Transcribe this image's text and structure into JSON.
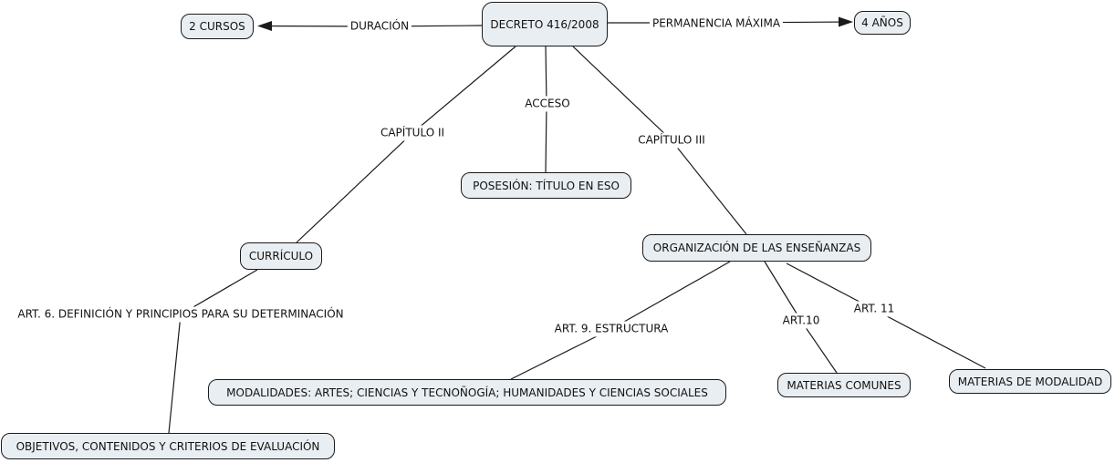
{
  "map": {
    "background": "#ffffff",
    "colors": {
      "node_fill": "#e9eef2",
      "node_border": "#1a1a1a",
      "line": "#1a1a1a",
      "text": "#111111"
    },
    "nodes": [
      {
        "id": "decreto",
        "label": "DECRETO 416/2008"
      },
      {
        "id": "dos-cursos",
        "label": "2 CURSOS"
      },
      {
        "id": "cuatro-anos",
        "label": "4 AÑOS"
      },
      {
        "id": "posesion",
        "label": "POSESIÓN: TÍTULO EN ESO"
      },
      {
        "id": "curriculo",
        "label": "CURRÍCULO"
      },
      {
        "id": "organizacion",
        "label": "ORGANIZACIÓN DE LAS ENSEÑANZAS"
      },
      {
        "id": "modalidades",
        "label": "MODALIDADES: ARTES; CIENCIAS Y TECNOÑOGÍA; HUMANIDADES Y CIENCIAS SOCIALES"
      },
      {
        "id": "materias-comunes",
        "label": "MATERIAS COMUNES"
      },
      {
        "id": "materias-modalidad",
        "label": "MATERIAS DE MODALIDAD"
      },
      {
        "id": "objetivos",
        "label": "OBJETIVOS, CONTENIDOS Y CRITERIOS DE EVALUACIÓN"
      }
    ],
    "link_labels": [
      {
        "id": "duracion",
        "text": "DURACIÓN"
      },
      {
        "id": "permanencia",
        "text": "PERMANENCIA MÁXIMA"
      },
      {
        "id": "acceso",
        "text": "ACCESO"
      },
      {
        "id": "capitulo-2",
        "text": "CAPÍTULO II"
      },
      {
        "id": "capitulo-3",
        "text": "CAPÍTULO III"
      },
      {
        "id": "art-6",
        "text": "ART. 6. DEFINICIÓN Y PRINCIPIOS PARA SU DETERMINACIÓN"
      },
      {
        "id": "art-9",
        "text": "ART. 9. ESTRUCTURA"
      },
      {
        "id": "art-10",
        "text": "ART.10"
      },
      {
        "id": "art-11",
        "text": "ART. 11"
      }
    ],
    "connections": [
      {
        "from": "decreto",
        "label": "DURACIÓN",
        "to": "2 CURSOS",
        "arrow": true
      },
      {
        "from": "decreto",
        "label": "PERMANENCIA MÁXIMA",
        "to": "4 AÑOS",
        "arrow": true
      },
      {
        "from": "decreto",
        "label": "ACCESO",
        "to": "POSESIÓN: TÍTULO EN ESO",
        "arrow": false
      },
      {
        "from": "decreto",
        "label": "CAPÍTULO II",
        "to": "CURRÍCULO",
        "arrow": false
      },
      {
        "from": "decreto",
        "label": "CAPÍTULO III",
        "to": "ORGANIZACIÓN DE LAS ENSEÑANZAS",
        "arrow": false
      },
      {
        "from": "curriculo",
        "label": "ART. 6. DEFINICIÓN Y PRINCIPIOS PARA SU DETERMINACIÓN",
        "to": "OBJETIVOS, CONTENIDOS Y CRITERIOS DE EVALUACIÓN",
        "arrow": false
      },
      {
        "from": "organizacion",
        "label": "ART. 9. ESTRUCTURA",
        "to": "MODALIDADES: ARTES; CIENCIAS Y TECNOÑOGÍA; HUMANIDADES Y CIENCIAS SOCIALES",
        "arrow": false
      },
      {
        "from": "organizacion",
        "label": "ART.10",
        "to": "MATERIAS COMUNES",
        "arrow": false
      },
      {
        "from": "organizacion",
        "label": "ART. 11",
        "to": "MATERIAS DE MODALIDAD",
        "arrow": false
      }
    ]
  }
}
